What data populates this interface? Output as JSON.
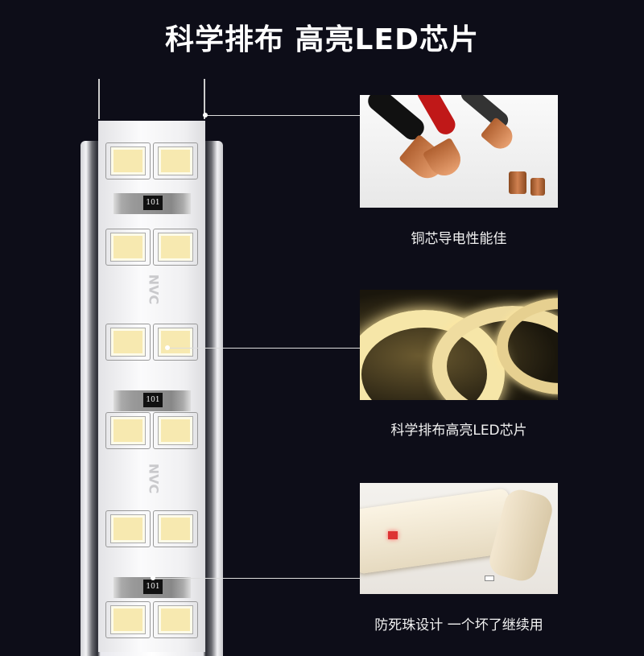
{
  "title": "科学排布 高亮LED芯片",
  "strip": {
    "resistor_label": "101",
    "logo": "NVC"
  },
  "features": [
    {
      "caption": "铜芯导电性能佳",
      "image": "copper-wire-photo"
    },
    {
      "caption": "科学排布高亮LED芯片",
      "image": "glowing-led-strip-photo"
    },
    {
      "caption": "防死珠设计 一个坏了继续用",
      "image": "led-strip-closeup-photo"
    }
  ]
}
